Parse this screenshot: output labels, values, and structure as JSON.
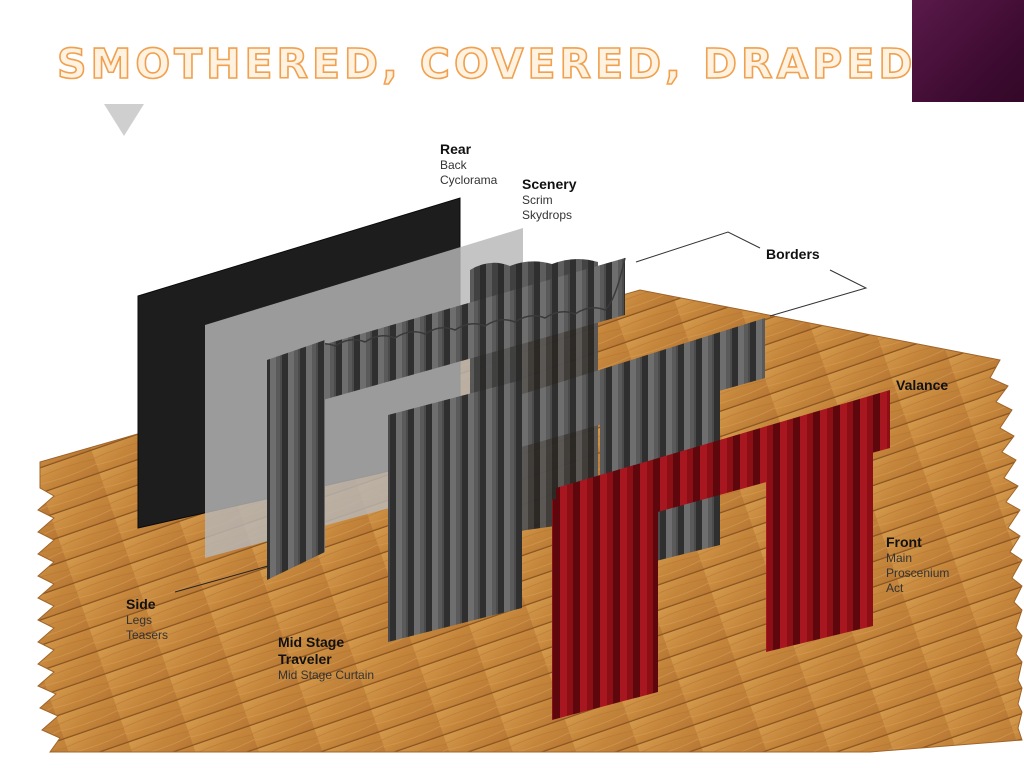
{
  "title": "SMOTHERED, COVERED, DRAPED",
  "labels": {
    "rear": {
      "heading": "Rear",
      "lines": [
        "Back",
        "Cyclorama"
      ]
    },
    "scenery": {
      "heading": "Scenery",
      "lines": [
        "Scrim",
        "Skydrops"
      ]
    },
    "borders": {
      "heading": "Borders"
    },
    "valance": {
      "heading": "Valance"
    },
    "front": {
      "heading": "Front",
      "lines": [
        "Main",
        "Proscenium",
        "Act"
      ]
    },
    "side": {
      "heading": "Side",
      "lines": [
        "Legs",
        "Teasers"
      ]
    },
    "midstage": {
      "heading1": "Mid Stage",
      "heading2": "Traveler",
      "lines": [
        "Mid Stage Curtain"
      ]
    }
  },
  "colors": {
    "title_outline": "#f0a04e",
    "corner_block": "#4a1240",
    "floor": "#c88a3e",
    "cyclorama": "#1e1e1e",
    "scrim": "#b0b0b0",
    "curtain_gray": "#4d4d4d",
    "curtain_red": "#8c0f16"
  }
}
